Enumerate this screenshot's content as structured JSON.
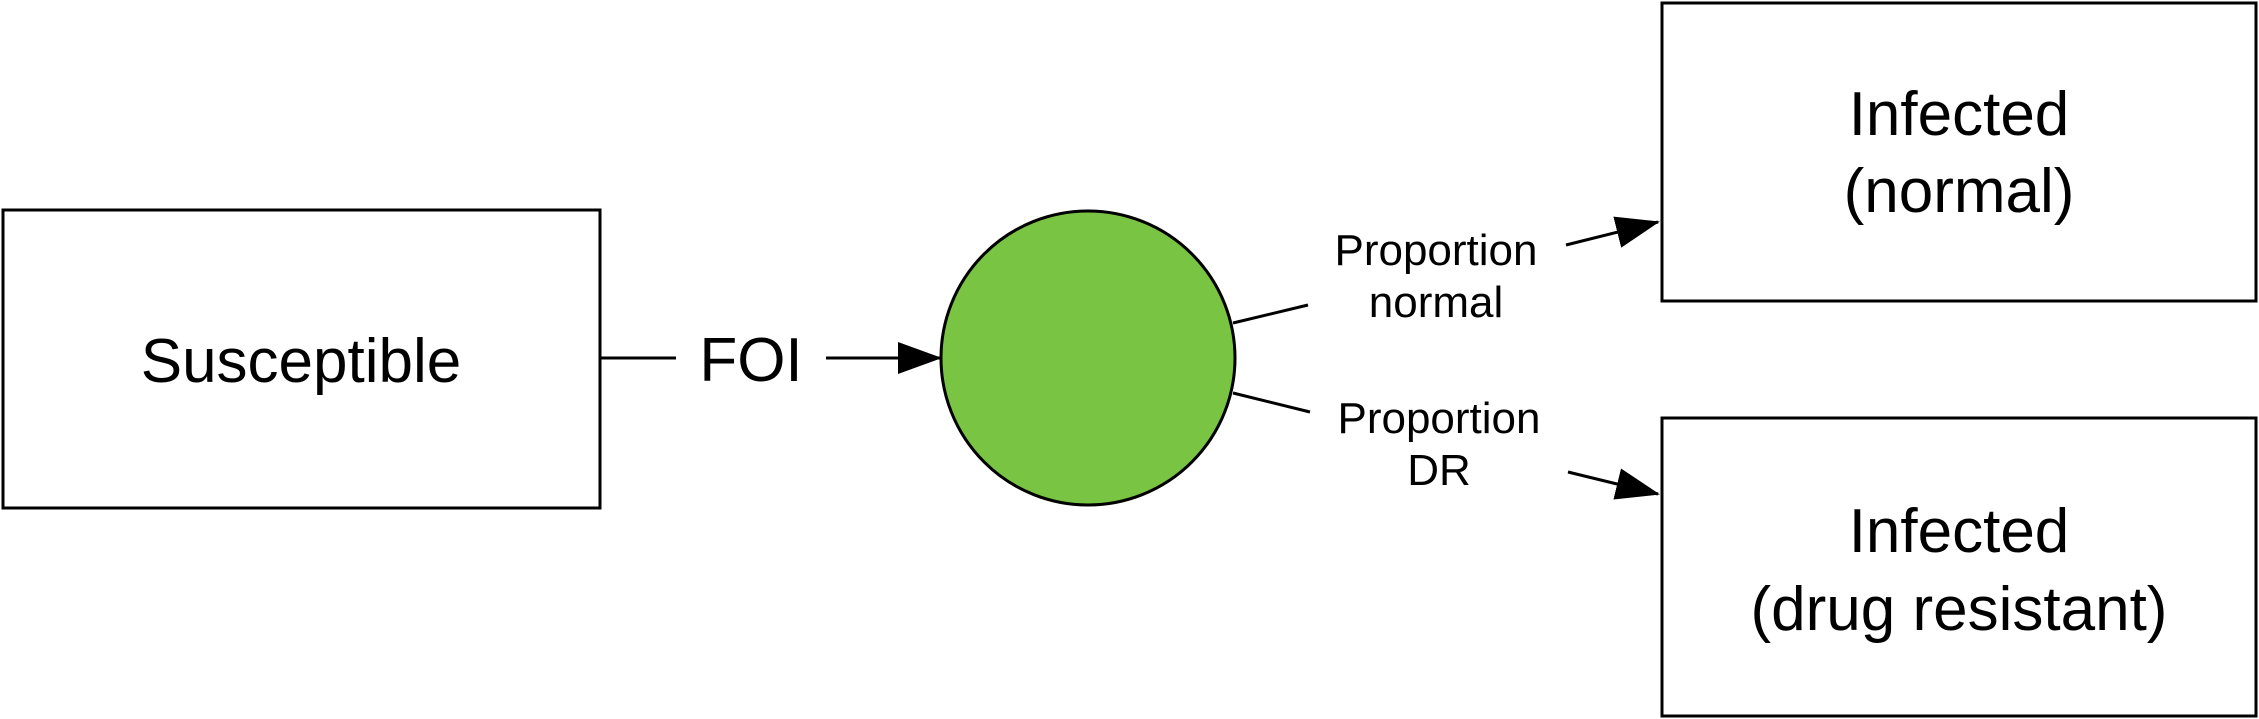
{
  "diagram": {
    "nodes": {
      "susceptible": {
        "label": "Susceptible"
      },
      "infected_normal": {
        "line1": "Infected",
        "line2": "(normal)"
      },
      "infected_dr": {
        "line1": "Infected",
        "line2": "(drug resistant)"
      }
    },
    "edges": {
      "foi": {
        "label": "FOI"
      },
      "normal": {
        "line1": "Proportion",
        "line2": "normal"
      },
      "dr": {
        "line1": "Proportion",
        "line2": "DR"
      }
    },
    "colors": {
      "junction_fill": "#7AC443",
      "stroke": "#000000",
      "box_fill": "#FFFFFF"
    }
  }
}
